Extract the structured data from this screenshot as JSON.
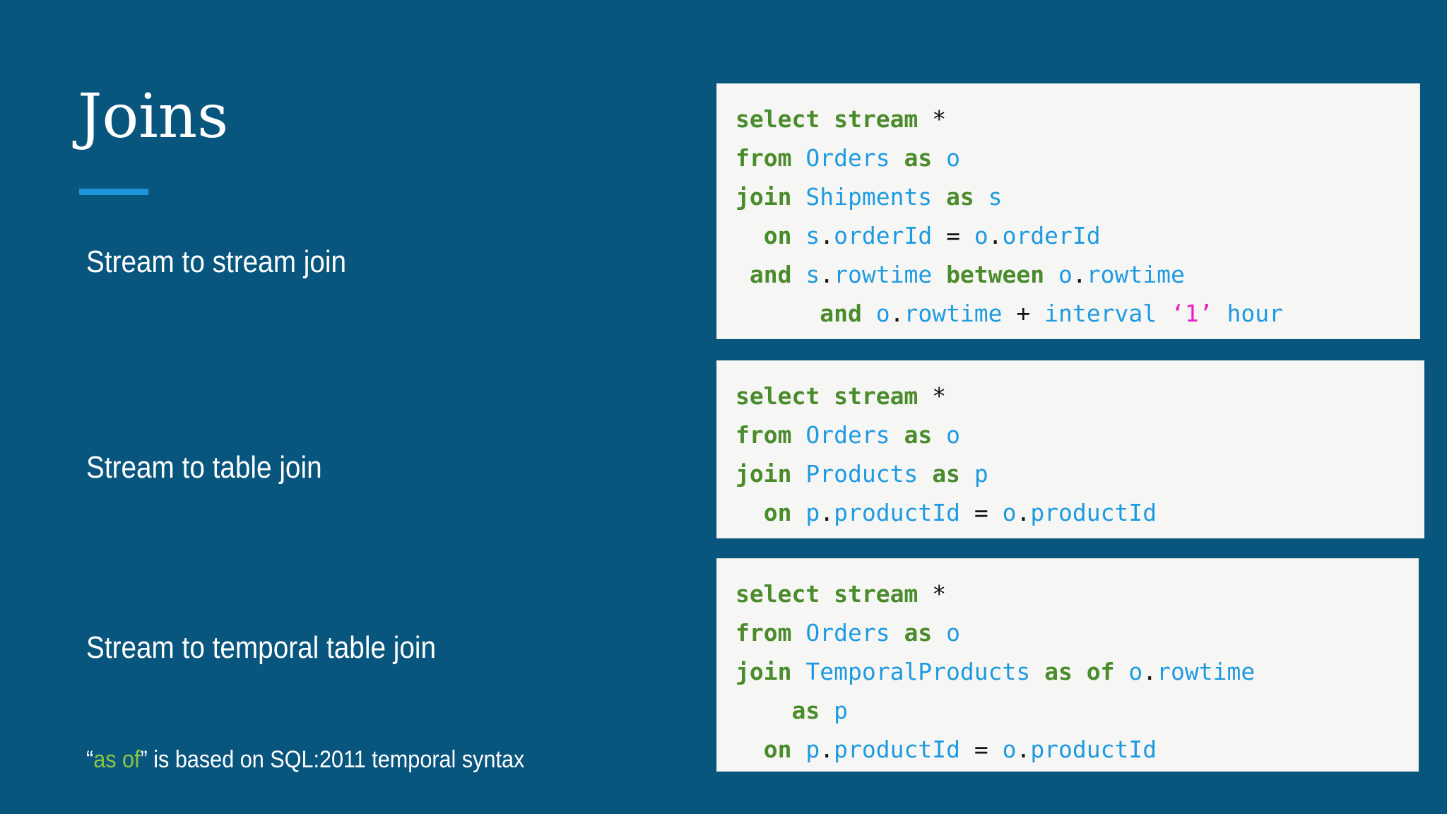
{
  "slide": {
    "background_color": "#08555e",
    "bg_hex": "#08557e",
    "accent_hex": "#1e95d8",
    "title": "Joins"
  },
  "rows": [
    {
      "label": "Stream to stream join"
    },
    {
      "label": "Stream to table join"
    },
    {
      "label": "Stream to temporal table join"
    }
  ],
  "footnote": {
    "open_quote": "“",
    "highlight": "as of",
    "close_quote": "”",
    "rest": " is based on SQL:2011 temporal syntax",
    "highlight_color": "#8cc63f"
  },
  "code_blocks": [
    {
      "name": "stream-to-stream-join-sql",
      "plain_text": "select stream *\nfrom Orders as o\njoin Shipments as s\n  on s.orderId = o.orderId\n and s.rowtime between o.rowtime\n      and o.rowtime + interval ‘1’ hour",
      "lines": [
        [
          {
            "t": "select",
            "c": "kw"
          },
          {
            "t": " ",
            "c": "punc"
          },
          {
            "t": "stream",
            "c": "kw"
          },
          {
            "t": " ",
            "c": "punc"
          },
          {
            "t": "*",
            "c": "punc"
          }
        ],
        [
          {
            "t": "from",
            "c": "kw"
          },
          {
            "t": " ",
            "c": "punc"
          },
          {
            "t": "Orders",
            "c": "id"
          },
          {
            "t": " ",
            "c": "punc"
          },
          {
            "t": "as",
            "c": "kw"
          },
          {
            "t": " ",
            "c": "punc"
          },
          {
            "t": "o",
            "c": "id"
          }
        ],
        [
          {
            "t": "join",
            "c": "kw"
          },
          {
            "t": " ",
            "c": "punc"
          },
          {
            "t": "Shipments",
            "c": "id"
          },
          {
            "t": " ",
            "c": "punc"
          },
          {
            "t": "as",
            "c": "kw"
          },
          {
            "t": " ",
            "c": "punc"
          },
          {
            "t": "s",
            "c": "id"
          }
        ],
        [
          {
            "t": "  ",
            "c": "punc"
          },
          {
            "t": "on",
            "c": "kw"
          },
          {
            "t": " ",
            "c": "punc"
          },
          {
            "t": "s",
            "c": "id"
          },
          {
            "t": ".",
            "c": "punc"
          },
          {
            "t": "orderId",
            "c": "id"
          },
          {
            "t": " ",
            "c": "punc"
          },
          {
            "t": "=",
            "c": "punc"
          },
          {
            "t": " ",
            "c": "punc"
          },
          {
            "t": "o",
            "c": "id"
          },
          {
            "t": ".",
            "c": "punc"
          },
          {
            "t": "orderId",
            "c": "id"
          }
        ],
        [
          {
            "t": " ",
            "c": "punc"
          },
          {
            "t": "and",
            "c": "kw"
          },
          {
            "t": " ",
            "c": "punc"
          },
          {
            "t": "s",
            "c": "id"
          },
          {
            "t": ".",
            "c": "punc"
          },
          {
            "t": "rowtime",
            "c": "id"
          },
          {
            "t": " ",
            "c": "punc"
          },
          {
            "t": "between",
            "c": "kw"
          },
          {
            "t": " ",
            "c": "punc"
          },
          {
            "t": "o",
            "c": "id"
          },
          {
            "t": ".",
            "c": "punc"
          },
          {
            "t": "rowtime",
            "c": "id"
          }
        ],
        [
          {
            "t": "      ",
            "c": "punc"
          },
          {
            "t": "and",
            "c": "kw"
          },
          {
            "t": " ",
            "c": "punc"
          },
          {
            "t": "o",
            "c": "id"
          },
          {
            "t": ".",
            "c": "punc"
          },
          {
            "t": "rowtime",
            "c": "id"
          },
          {
            "t": " ",
            "c": "punc"
          },
          {
            "t": "+",
            "c": "punc"
          },
          {
            "t": " ",
            "c": "punc"
          },
          {
            "t": "interval",
            "c": "id"
          },
          {
            "t": " ",
            "c": "punc"
          },
          {
            "t": "‘1’",
            "c": "str"
          },
          {
            "t": " ",
            "c": "punc"
          },
          {
            "t": "hour",
            "c": "id"
          }
        ]
      ]
    },
    {
      "name": "stream-to-table-join-sql",
      "plain_text": "select stream *\nfrom Orders as o\njoin Products as p\n  on p.productId = o.productId",
      "lines": [
        [
          {
            "t": "select",
            "c": "kw"
          },
          {
            "t": " ",
            "c": "punc"
          },
          {
            "t": "stream",
            "c": "kw"
          },
          {
            "t": " ",
            "c": "punc"
          },
          {
            "t": "*",
            "c": "punc"
          }
        ],
        [
          {
            "t": "from",
            "c": "kw"
          },
          {
            "t": " ",
            "c": "punc"
          },
          {
            "t": "Orders",
            "c": "id"
          },
          {
            "t": " ",
            "c": "punc"
          },
          {
            "t": "as",
            "c": "kw"
          },
          {
            "t": " ",
            "c": "punc"
          },
          {
            "t": "o",
            "c": "id"
          }
        ],
        [
          {
            "t": "join",
            "c": "kw"
          },
          {
            "t": " ",
            "c": "punc"
          },
          {
            "t": "Products",
            "c": "id"
          },
          {
            "t": " ",
            "c": "punc"
          },
          {
            "t": "as",
            "c": "kw"
          },
          {
            "t": " ",
            "c": "punc"
          },
          {
            "t": "p",
            "c": "id"
          }
        ],
        [
          {
            "t": "  ",
            "c": "punc"
          },
          {
            "t": "on",
            "c": "kw"
          },
          {
            "t": " ",
            "c": "punc"
          },
          {
            "t": "p",
            "c": "id"
          },
          {
            "t": ".",
            "c": "punc"
          },
          {
            "t": "productId",
            "c": "id"
          },
          {
            "t": " ",
            "c": "punc"
          },
          {
            "t": "=",
            "c": "punc"
          },
          {
            "t": " ",
            "c": "punc"
          },
          {
            "t": "o",
            "c": "id"
          },
          {
            "t": ".",
            "c": "punc"
          },
          {
            "t": "productId",
            "c": "id"
          }
        ]
      ]
    },
    {
      "name": "stream-to-temporal-table-join-sql",
      "plain_text": "select stream *\nfrom Orders as o\njoin TemporalProducts as of o.rowtime\n    as p\n  on p.productId = o.productId",
      "lines": [
        [
          {
            "t": "select",
            "c": "kw"
          },
          {
            "t": " ",
            "c": "punc"
          },
          {
            "t": "stream",
            "c": "kw"
          },
          {
            "t": " ",
            "c": "punc"
          },
          {
            "t": "*",
            "c": "punc"
          }
        ],
        [
          {
            "t": "from",
            "c": "kw"
          },
          {
            "t": " ",
            "c": "punc"
          },
          {
            "t": "Orders",
            "c": "id"
          },
          {
            "t": " ",
            "c": "punc"
          },
          {
            "t": "as",
            "c": "kw"
          },
          {
            "t": " ",
            "c": "punc"
          },
          {
            "t": "o",
            "c": "id"
          }
        ],
        [
          {
            "t": "join",
            "c": "kw"
          },
          {
            "t": " ",
            "c": "punc"
          },
          {
            "t": "TemporalProducts",
            "c": "id"
          },
          {
            "t": " ",
            "c": "punc"
          },
          {
            "t": "as",
            "c": "kw"
          },
          {
            "t": " ",
            "c": "punc"
          },
          {
            "t": "of",
            "c": "kw"
          },
          {
            "t": " ",
            "c": "punc"
          },
          {
            "t": "o",
            "c": "id"
          },
          {
            "t": ".",
            "c": "punc"
          },
          {
            "t": "rowtime",
            "c": "id"
          }
        ],
        [
          {
            "t": "    ",
            "c": "punc"
          },
          {
            "t": "as",
            "c": "kw"
          },
          {
            "t": " ",
            "c": "punc"
          },
          {
            "t": "p",
            "c": "id"
          }
        ],
        [
          {
            "t": "  ",
            "c": "punc"
          },
          {
            "t": "on",
            "c": "kw"
          },
          {
            "t": " ",
            "c": "punc"
          },
          {
            "t": "p",
            "c": "id"
          },
          {
            "t": ".",
            "c": "punc"
          },
          {
            "t": "productId",
            "c": "id"
          },
          {
            "t": " ",
            "c": "punc"
          },
          {
            "t": "=",
            "c": "punc"
          },
          {
            "t": " ",
            "c": "punc"
          },
          {
            "t": "o",
            "c": "id"
          },
          {
            "t": ".",
            "c": "punc"
          },
          {
            "t": "productId",
            "c": "id"
          }
        ]
      ]
    }
  ]
}
